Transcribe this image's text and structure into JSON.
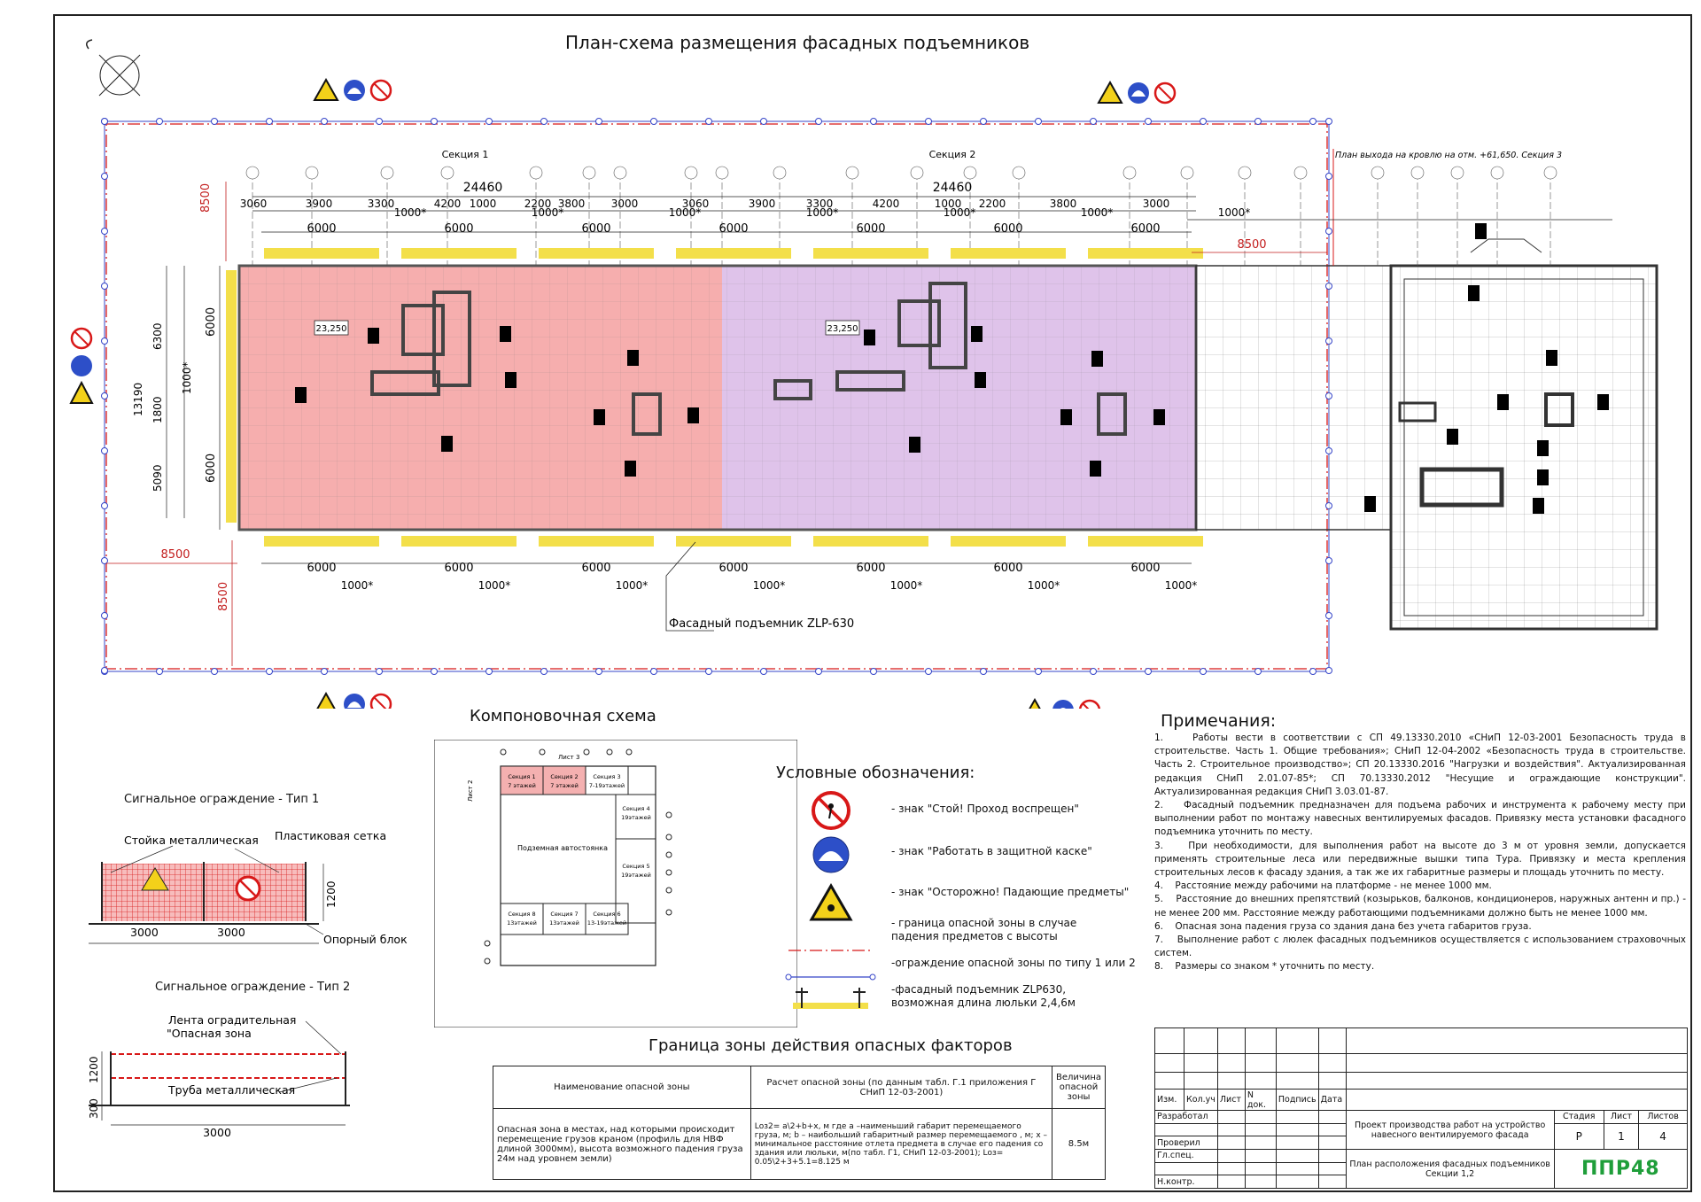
{
  "drawing": {
    "title": "План-схема размещения фасадных подъемников",
    "section1": "Секция 1",
    "section2": "Секция 2",
    "roof_note": "План выхода на кровлю на отм. +61,650. Секция 3",
    "level1": "23,250",
    "level2": "23,250",
    "top_total1": "24460",
    "top_total2": "24460",
    "top_dims": [
      "3060",
      "3900",
      "3300",
      "4200",
      "1000",
      "2200",
      "3800",
      "3000",
      "3060",
      "3900",
      "3300",
      "4200",
      "1000",
      "2200",
      "3800",
      "3000"
    ],
    "bay_dims": [
      "6000",
      "6000",
      "6000",
      "6000",
      "6000",
      "6000",
      "6000"
    ],
    "offset_dims": [
      "1000*",
      "1000*",
      "1000*",
      "1000*",
      "1000*",
      "1000*",
      "1000*"
    ],
    "left_dims": [
      "6300",
      "1800",
      "5090",
      "13190"
    ],
    "left_bay_dims": [
      "6000",
      "6000",
      "1000*"
    ],
    "zone_dims": [
      "8500",
      "8500",
      "8500",
      "8500"
    ],
    "lift_label": "Фасадный подъемник ZLP-630",
    "colors": {
      "section1": "#f4a0a0",
      "section2": "#d9b8e6",
      "zone": "#d81818",
      "fence": "#3444c8",
      "platform": "#f3df4a",
      "logo": "#1f9e3a"
    }
  },
  "layout_scheme": {
    "title": "Компоновочная схема",
    "sheet3": "Лист 3",
    "sheet2": "Лист 2",
    "cells_top": [
      {
        "name": "Секция 1",
        "floors": "7 этажей"
      },
      {
        "name": "Секция 2",
        "floors": "7 этажей"
      },
      {
        "name": "Секция 3",
        "floors": "7-19этажей"
      }
    ],
    "cells_right": [
      {
        "name": "Секция 4",
        "floors": "19этажей"
      },
      {
        "name": "Секция 5",
        "floors": "19этажей"
      }
    ],
    "cells_bottom": [
      {
        "name": "Секция 8",
        "floors": "13этажей"
      },
      {
        "name": "Секция 7",
        "floors": "13этажей"
      },
      {
        "name": "Секция 6",
        "floors": "13-19этажей"
      }
    ],
    "center": "Подземная автостоянка"
  },
  "fence1": {
    "title": "Сигнальное ограждение - Тип 1",
    "post": "Стойка металлическая",
    "mesh": "Пластиковая сетка",
    "block": "Опорный блок",
    "height": "1200",
    "spans": [
      "3000",
      "3000"
    ]
  },
  "fence2": {
    "title": "Сигнальное ограждение - Тип 2",
    "tape": "Лента оградительная",
    "tape2": "\"Опасная зона",
    "pipe": "Труба металлическая",
    "height": "1200",
    "base": "300",
    "span": "3000"
  },
  "legend": {
    "title": "Условные обозначения:",
    "items": [
      "- знак \"Стой! Проход воспрещен\"",
      "- знак \"Работать в защитной каске\"",
      "- знак \"Осторожно! Падающие предметы\"",
      "- граница опасной зоны в случае падения предметов с высоты",
      "-ограждение опасной зоны по типу 1 или 2",
      "-фасадный подъемник ZLP630, возможная длина люльки 2,4,6м"
    ]
  },
  "notes": {
    "title": "Примечания:",
    "items": [
      "1.    Работы вести в соответствии с СП 49.13330.2010 «СНиП 12-03-2001 Безопасность труда в строительстве. Часть 1. Общие требования»; СНиП 12-04-2002 «Безопасность труда в строительстве. Часть 2. Строительное производство»; СП 20.13330.2016 \"Нагрузки и воздействия\". Актуализированная редакция СНиП 2.01.07-85*; СП 70.13330.2012 \"Несущие и ограждающие конструкции\". Актуализированная редакция СНиП 3.03.01-87.",
      "2.    Фасадный подъемник предназначен для подъема рабочих и инструмента к рабочему месту при выполнении работ по монтажу навесных вентилируемых фасадов. Привязку места установки фасадного подъемника уточнить по месту.",
      "3.    При необходимости, для выполнения работ на высоте до 3 м от уровня земли, допускается применять строительные леса или передвижные вышки типа Тура. Привязку и места крепления строительных лесов к фасаду здания, а так же их габаритные размеры и площадь уточнить по месту.",
      "4.    Расстояние между рабочими на платформе - не менее 1000 мм.",
      "5.    Расстояние до внешних препятствий (козырьков, балконов, кондиционеров, наружных антенн и пр.) - не менее 200 мм. Расстояние между работающими подъемниками должно быть не менее 1000 мм.",
      "6.    Опасная зона падения груза со здания дана без учета габаритов груза.",
      "7.    Выполнение работ с люлек фасадных подъемников осуществляется с использованием страховочных систем.",
      "8.    Размеры со знаком *  уточнить по месту."
    ]
  },
  "hazard": {
    "title": "Граница зоны действия опасных факторов",
    "headers": [
      "Наименование опасной зоны",
      "Расчет опасной зоны (по данным табл. Г.1 приложения Г СНиП 12-03-2001)",
      "Величина опасной зоны"
    ],
    "name": "Опасная зона в местах, над которыми происходит перемещение грузов краном (профиль для НВФ длиной 3000мм), высота возможного падения груза 24м над уровнем земли)",
    "calc": "Lоз2= a\\2+b+x, м где a –наименьший габарит перемещаемого груза, м; b – наибольший габаритный размер перемещаемого , м; х – минимальное расстояние отлета предмета в случае его падения со здания или люльки, м(по табл. Г1, СНиП 12-03-2001); Lоз= 0.05\\2+3+5.1=8.125 м",
    "value": "8.5м"
  },
  "stamp": {
    "cols": [
      "Изм.",
      "Кол.уч",
      "Лист",
      "N док.",
      "Подпись",
      "Дата"
    ],
    "roles": [
      "Разработал",
      "",
      "Проверил",
      "Гл.спец.",
      "",
      "Н.контр."
    ],
    "project": "Проект производства работ на устройство навесного вентилируемого фасада",
    "sheet_title": "План расположения фасадных подъемников Секции 1,2",
    "stage_label": "Стадия",
    "sheet_label": "Лист",
    "sheets_label": "Листов",
    "stage": "Р",
    "sheet": "1",
    "sheets": "4",
    "logo": "ППР48"
  }
}
